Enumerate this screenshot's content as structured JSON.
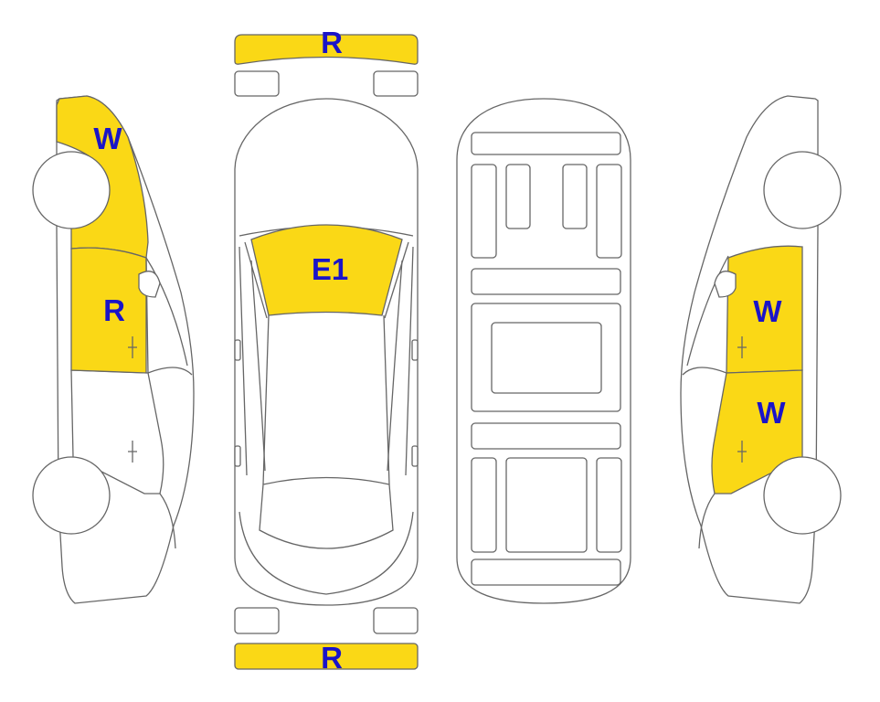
{
  "colors": {
    "damage": "#FAD816",
    "label": "#1A14C8",
    "outline": "#666666"
  },
  "zones": {
    "front_bumper": {
      "code": "R"
    },
    "rear_bumper": {
      "code": "R"
    },
    "windshield": {
      "code": "E1"
    },
    "left_front_fender": {
      "code": "W"
    },
    "left_front_door": {
      "code": "R"
    },
    "right_front_door": {
      "code": "W"
    },
    "right_rear_door": {
      "code": "W"
    }
  }
}
